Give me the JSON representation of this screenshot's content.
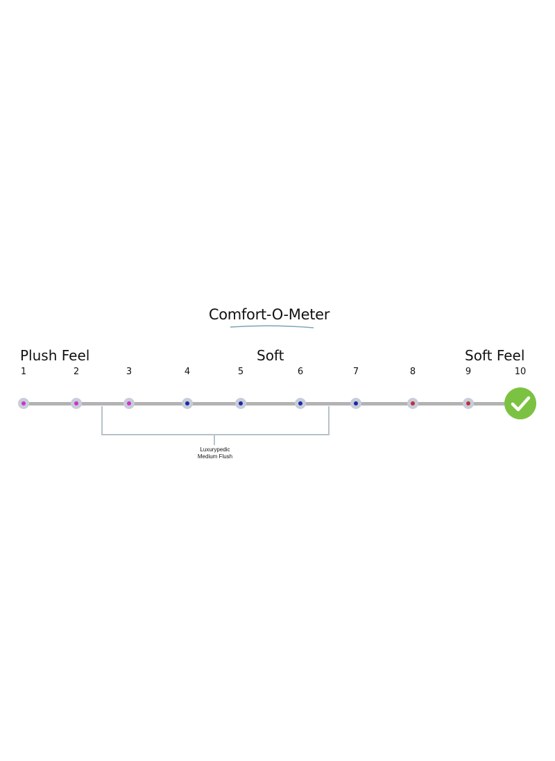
{
  "title": "Comfort-O-Meter",
  "labels": {
    "left": "Plush Feel",
    "center": "Soft",
    "right": "Soft Feel"
  },
  "scale": {
    "min": 1,
    "max": 10,
    "selected": 10,
    "points": [
      {
        "label": "1",
        "dot_color": "#cc33cc"
      },
      {
        "label": "2",
        "dot_color": "#cc33cc"
      },
      {
        "label": "3",
        "dot_color": "#cc33cc"
      },
      {
        "label": "4",
        "dot_color": "#1a2aa6"
      },
      {
        "label": "5",
        "dot_color": "#1a2aa6"
      },
      {
        "label": "6",
        "dot_color": "#1a2aa6"
      },
      {
        "label": "7",
        "dot_color": "#1a2aa6"
      },
      {
        "label": "8",
        "dot_color": "#c0303a"
      },
      {
        "label": "9",
        "dot_color": "#c0303a"
      },
      {
        "label": "10",
        "dot_color": "#7cc242"
      }
    ]
  },
  "bracket": {
    "from": 2.5,
    "to": 6.5,
    "line1": "Luxurypedic",
    "line2": "Medium Flush"
  },
  "colors": {
    "track": "#b3b3b3",
    "ring": "#c7cdd9",
    "bracket": "#b6c2ca",
    "check_badge": "#7cc242",
    "title_underline": "#7aa3b8"
  },
  "icons": {
    "selected": "check-circle-icon"
  }
}
